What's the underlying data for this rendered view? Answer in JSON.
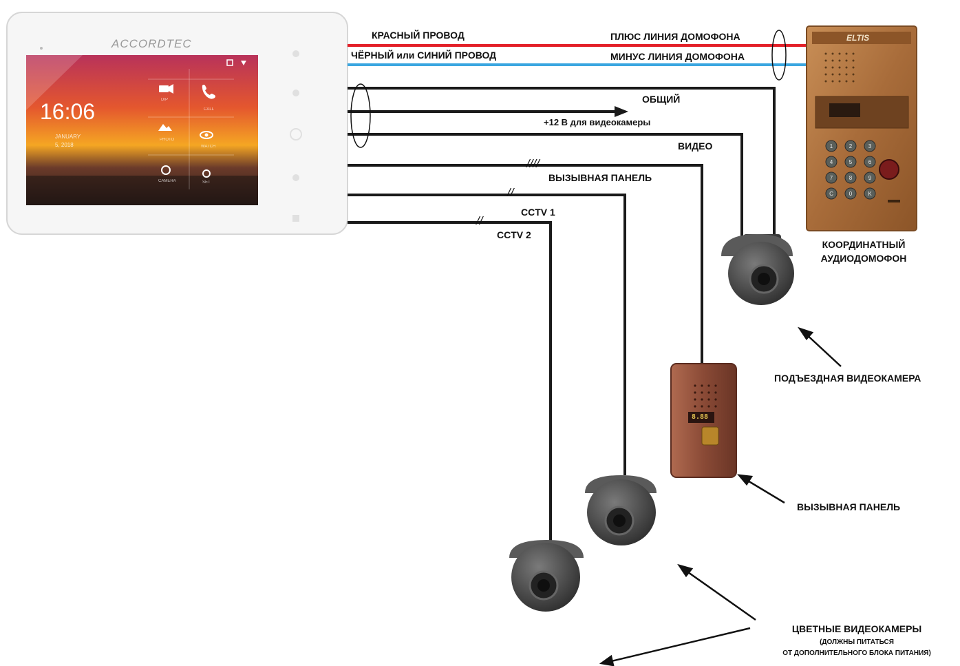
{
  "monitor": {
    "brand": "ACCORDTEC",
    "time": "16:06",
    "date_line1": "JANUARY",
    "date_line2": "5, 2018",
    "tiles": [
      "DIP",
      "CALL",
      "PHOTO",
      "WATCH",
      "CAMERA",
      "SET"
    ]
  },
  "wires": {
    "red_wire": "КРАСНЫЙ  ПРОВОД",
    "black_wire": "ЧЁРНЫЙ или СИНИЙ  ПРОВОД",
    "plus_line": "ПЛЮС  ЛИНИЯ ДОМОФОНА",
    "minus_line": "МИНУС ЛИНИЯ ДОМОФОНА",
    "common": "ОБЩИЙ",
    "power": "+12 В для видеокамеры",
    "video": "ВИДЕО",
    "call_panel_wire": "ВЫЗЫВНАЯ ПАНЕЛЬ",
    "cctv1": "CCTV 1",
    "cctv2": "CCTV 2",
    "tick4": "////",
    "tick2a": "//",
    "tick2b": "//"
  },
  "intercom": {
    "brand": "ELTIS",
    "label_line1": "КООРДИНАТНЫЙ",
    "label_line2": "АУДИОДОМОФОН",
    "keys": [
      "1",
      "2",
      "3",
      "4",
      "5",
      "6",
      "7",
      "8",
      "9",
      "C",
      "0",
      "K"
    ]
  },
  "labels": {
    "entrance_camera": "ПОДЪЕЗДНАЯ ВИДЕОКАМЕРА",
    "call_panel": "ВЫЗЫВНАЯ ПАНЕЛЬ",
    "color_cameras": "ЦВЕТНЫЕ ВИДЕОКАМЕРЫ",
    "color_cameras_note1": "(ДОЛЖНЫ ПИТАТЬСЯ",
    "color_cameras_note2": "ОТ ДОПОЛНИТЕЛЬНОГО БЛОКА ПИТАНИЯ)"
  },
  "call_panel_device": {
    "display": "8.88"
  },
  "colors": {
    "red_wire": "#e32028",
    "blue_wire": "#3aa6e0",
    "black_wire": "#1a1a1a",
    "intercom_body": "#b07a45",
    "camera_body": "#4a4a4a",
    "panel_body": "#8a4a36"
  }
}
